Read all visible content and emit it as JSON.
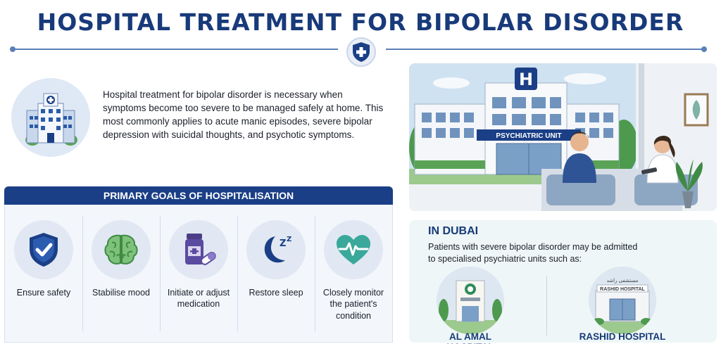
{
  "header": {
    "title": "HOSPITAL TREATMENT FOR BIPOLAR DISORDER",
    "badge_icon": "shield-cross-icon"
  },
  "intro": {
    "icon": "hospital-building-icon",
    "text": "Hospital treatment for bipolar disorder is necessary when symptoms become too severe to be managed safely at home. This most commonly applies to acute manic episodes, severe bipolar depression with suicidal thoughts, and psychotic symptoms."
  },
  "goals": {
    "title": "PRIMARY GOALS OF HOSPITALISATION",
    "items": [
      {
        "icon": "shield-check-icon",
        "label": "Ensure safety"
      },
      {
        "icon": "brain-icon",
        "label": "Stabilise mood"
      },
      {
        "icon": "medication-bottle-icon",
        "label": "Initiate or adjust medication"
      },
      {
        "icon": "moon-sleep-icon",
        "label": "Restore sleep"
      },
      {
        "icon": "heart-pulse-icon",
        "label": "Closely monitor the patient's condition"
      }
    ]
  },
  "scene": {
    "building_sign": "H",
    "unit_sign": "PSYCHIATRIC UNIT"
  },
  "dubai": {
    "title": "IN DUBAI",
    "text": "Patients with severe bipolar disorder may be admitted to specialised psychiatric units such as:",
    "hospitals": [
      {
        "name": "AL AMAL HOSPITAL",
        "icon": "al-amal-hospital-building"
      },
      {
        "name": "RASHID HOSPITAL",
        "icon": "rashid-hospital-building",
        "sign": "RASHID HOSPITAL",
        "sign_arabic": "مستشفى راشد"
      }
    ]
  },
  "colors": {
    "navy": "#183a7a",
    "header_band": "#1a3f86",
    "accent_green": "#3aa89a",
    "light_blue": "#e1e8f3"
  }
}
